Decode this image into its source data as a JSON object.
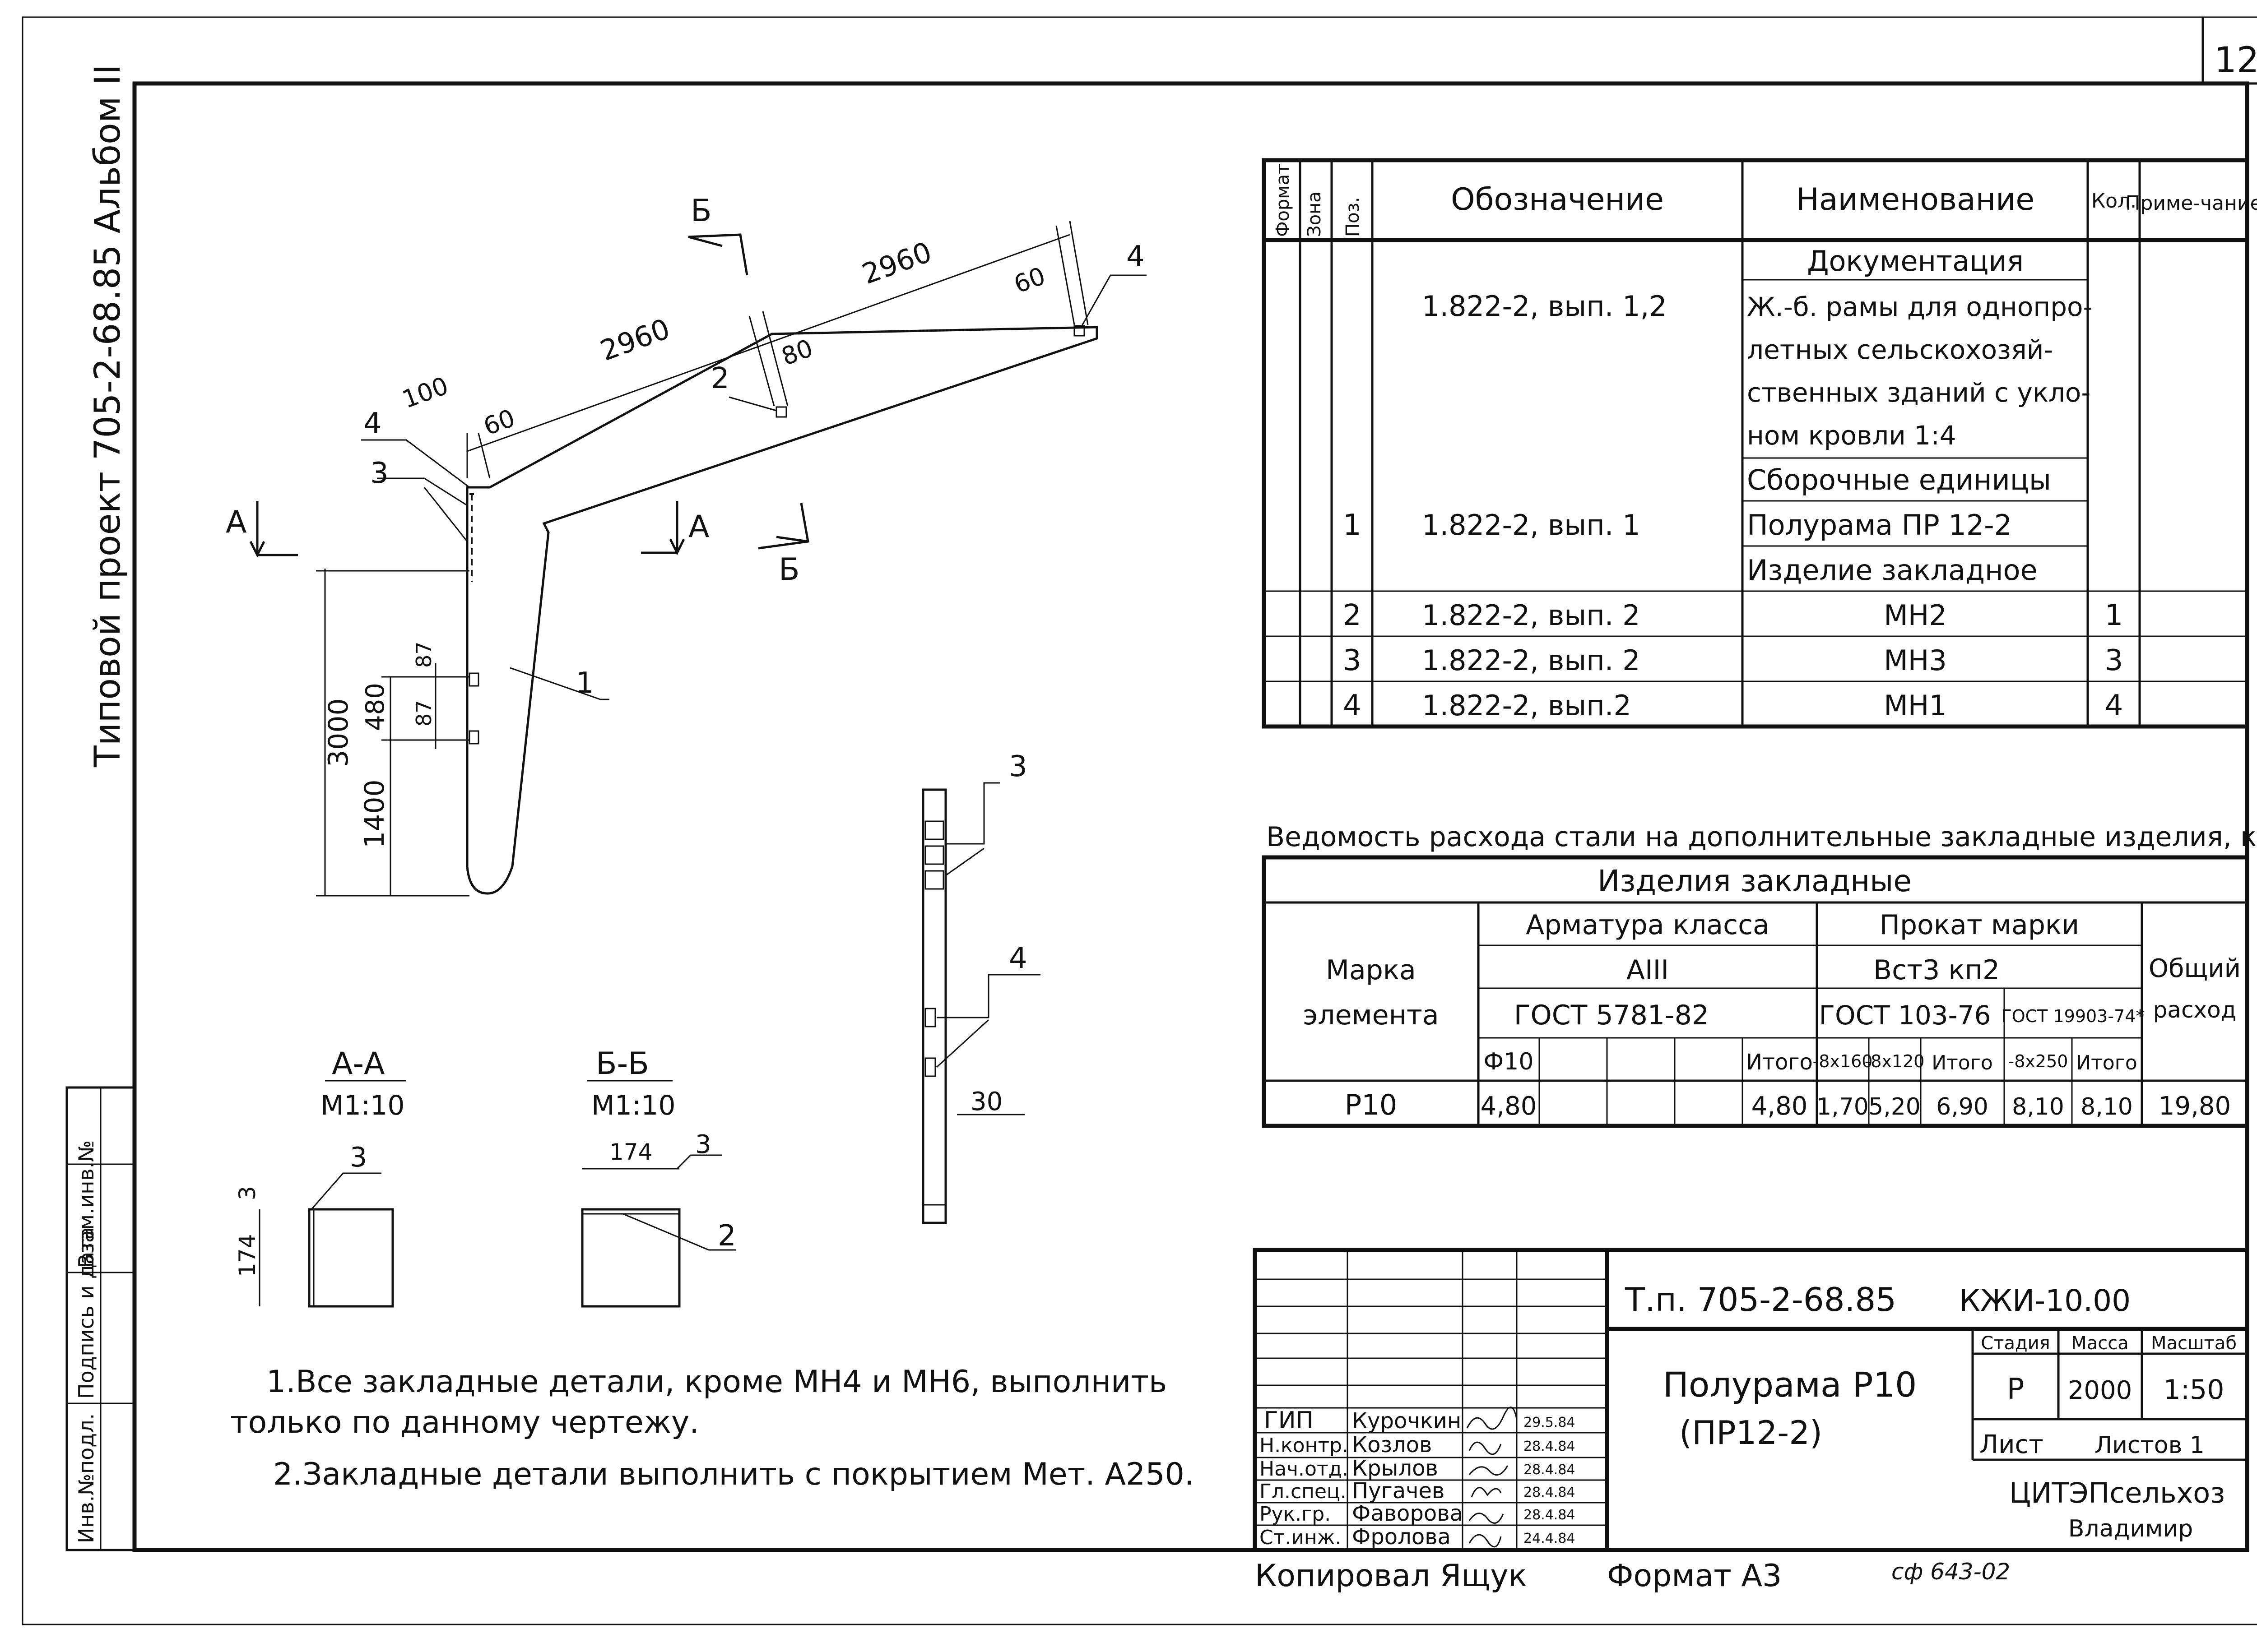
{
  "sheet_number": "12",
  "left_margin": {
    "project_title": "Типовой проект 705-2-68.85 Альбом II",
    "stamp_cells": [
      "Инв.№подл.",
      "Подпись и дата",
      "Взам.инв.№"
    ]
  },
  "drawing": {
    "dim_2960_a": "2960",
    "dim_2960_b": "2960",
    "dim_60_left": "60",
    "dim_60_right": "60",
    "dim_100": "100",
    "dim_80": "80",
    "dim_3000": "3000",
    "dim_1400": "1400",
    "dim_480": "480",
    "dim_87_a": "87",
    "dim_87_b": "87",
    "callout_1": "1",
    "callout_2": "2",
    "callout_3": "3",
    "callout_4_left": "4",
    "callout_4_right": "4",
    "cut_b_top": "Б",
    "cut_b_bottom": "Б",
    "cut_a_left": "А",
    "cut_a_mid": "А"
  },
  "side_view": {
    "callout_3": "3",
    "callout_4": "4",
    "dim_30": "30"
  },
  "section_aa": {
    "title": "А-А",
    "scale": "М1:10",
    "callout": "3",
    "dim_3": "3",
    "dim_174": "174"
  },
  "section_bb": {
    "title": "Б-Б",
    "scale": "М1:10",
    "callout_3": "3",
    "callout_2": "2",
    "dim_174": "174"
  },
  "spec_table": {
    "headers": [
      "Формат",
      "Зона",
      "Поз.",
      "Обозначение",
      "Наименование",
      "Кол.",
      "Приме-чание"
    ],
    "rows": [
      {
        "pos": "",
        "designation": "",
        "name": "Документация",
        "qty": ""
      },
      {
        "pos": "",
        "designation": "1.822-2, вып. 1,2",
        "name": "Ж.-б. рамы для однопро-",
        "qty": ""
      },
      {
        "pos": "",
        "designation": "",
        "name": "летных сельскохозяй-",
        "qty": ""
      },
      {
        "pos": "",
        "designation": "",
        "name": "ственных зданий с укло-",
        "qty": ""
      },
      {
        "pos": "",
        "designation": "",
        "name": "ном кровли 1:4",
        "qty": ""
      },
      {
        "pos": "",
        "designation": "",
        "name": "Сборочные единицы",
        "qty": ""
      },
      {
        "pos": "1",
        "designation": "1.822-2, вып. 1",
        "name": "Полурама ПР 12-2",
        "qty": ""
      },
      {
        "pos": "",
        "designation": "",
        "name": "Изделие закладное",
        "qty": ""
      },
      {
        "pos": "2",
        "designation": "1.822-2, вып. 2",
        "name": "МН2",
        "qty": "1"
      },
      {
        "pos": "3",
        "designation": "1.822-2, вып. 2",
        "name": "МН3",
        "qty": "3"
      },
      {
        "pos": "4",
        "designation": "1.822-2, вып.2",
        "name": "МН1",
        "qty": "4"
      }
    ]
  },
  "steel_table": {
    "title": "Ведомость расхода стали на дополнительные закладные изделия, кг",
    "group_header": "Изделия закладные",
    "mark_header": [
      "Марка",
      "элемента"
    ],
    "rebar_class_header": "Арматура класса",
    "rebar_class": "АIII",
    "rebar_gost": "ГОСТ 5781-82",
    "rolled_header": "Прокат марки",
    "rolled_grade": "Вст3 кп2",
    "rolled_gost_a": "ГОСТ 103-76",
    "rolled_gost_b": "ГОСТ 19903-74*",
    "total_header": [
      "Общий",
      "расход"
    ],
    "sub_headers": [
      "Ф10",
      "",
      "",
      "",
      "Итого",
      "-8х160",
      "-8х120",
      "Итого",
      "-8х250",
      "Итого"
    ],
    "row": {
      "mark": "Р10",
      "values": [
        "4,80",
        "",
        "",
        "",
        "4,80",
        "1,70",
        "5,20",
        "6,90",
        "8,10",
        "8,10"
      ],
      "total": "19,80"
    }
  },
  "notes": [
    "1.Все закладные детали, кроме МН4 и МН6, выполнить",
    "только по данному чертежу.",
    "2.Закладные детали выполнить с покрытием Мет. А250."
  ],
  "title_block": {
    "project_code": "Т.п. 705-2-68.85",
    "doc_code": "КЖИ-10.00",
    "item_name": [
      "Полурама Р10",
      "(ПР12-2)"
    ],
    "col_headers": [
      "Стадия",
      "Масса",
      "Масштаб"
    ],
    "stage": "Р",
    "mass": "2000",
    "scale": "1:50",
    "sheet_label": "Лист",
    "sheets_label": "Листов 1",
    "organization": [
      "ЦИТЭПсельхоз",
      "Владимир"
    ],
    "people": [
      {
        "role": "ГИП",
        "name": "Курочкин",
        "date": "29.5.84"
      },
      {
        "role": "Н.контр.",
        "name": "Козлов",
        "date": "28.4.84"
      },
      {
        "role": "Нач.отд.",
        "name": "Крылов",
        "date": "28.4.84"
      },
      {
        "role": "Гл.спец.",
        "name": "Пугачев",
        "date": "28.4.84"
      },
      {
        "role": "Рук.гр.",
        "name": "Фаворова",
        "date": "28.4.84"
      },
      {
        "role": "Ст.инж.",
        "name": "Фролова",
        "date": "24.4.84"
      }
    ]
  },
  "footer": {
    "copied": "Копировал Ящук",
    "format": "Формат А3",
    "code": "сф 643-02"
  }
}
